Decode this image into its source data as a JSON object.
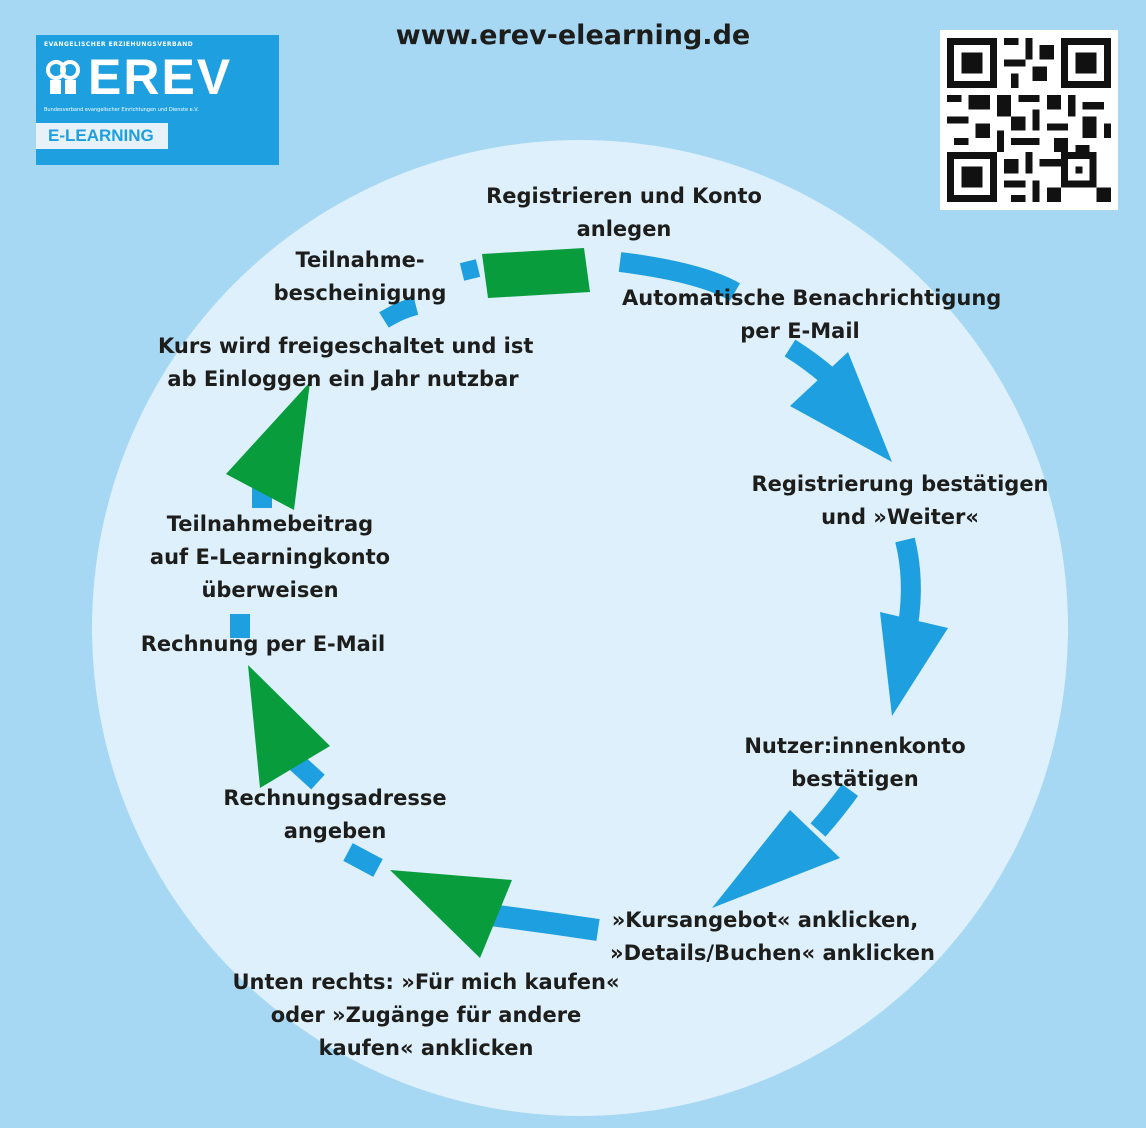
{
  "header": {
    "url": "www.erev-elearning.de"
  },
  "logo": {
    "tagline": "EVANGELISCHER ERZIEHUNGSVERBAND",
    "brand": "EREV",
    "subtitle": "Bundesverband evangelischer Einrichtungen und Dienste e.V.",
    "label": "E-LEARNING"
  },
  "qr_code": {
    "icon": "qr-code-icon"
  },
  "steps": [
    {
      "lines": [
        "Registrieren und Konto",
        "anlegen"
      ]
    },
    {
      "lines": [
        "Automatische Benachrichtigung",
        "per E-Mail"
      ]
    },
    {
      "lines": [
        "Registrierung bestätigen",
        "und »Weiter«"
      ]
    },
    {
      "lines": [
        "Nutzer:innenkonto",
        "bestätigen"
      ]
    },
    {
      "lines": [
        "»Kursangebot« anklicken,",
        "»Details/Buchen« anklicken"
      ]
    },
    {
      "lines": [
        "Unten rechts: »Für mich kaufen«",
        "oder »Zugänge für andere",
        "kaufen« anklicken"
      ]
    },
    {
      "lines": [
        "Rechnungsadresse",
        "angeben"
      ]
    },
    {
      "lines": [
        "Rechnung per E-Mail"
      ]
    },
    {
      "lines": [
        "Teilnahmebeitrag",
        "auf E-Learningkonto",
        "überweisen"
      ]
    },
    {
      "lines": [
        "Kurs wird freigeschaltet und ist",
        "ab Einloggen ein Jahr nutzbar"
      ]
    },
    {
      "lines": [
        "Teilnahme-",
        "bescheinigung"
      ]
    }
  ],
  "colors": {
    "background": "#a6d8f4",
    "circle": "#ddf0fb",
    "arrow_blue": "#1d9fe0",
    "arrow_green": "#089c3c",
    "text": "#1d1d1b"
  }
}
